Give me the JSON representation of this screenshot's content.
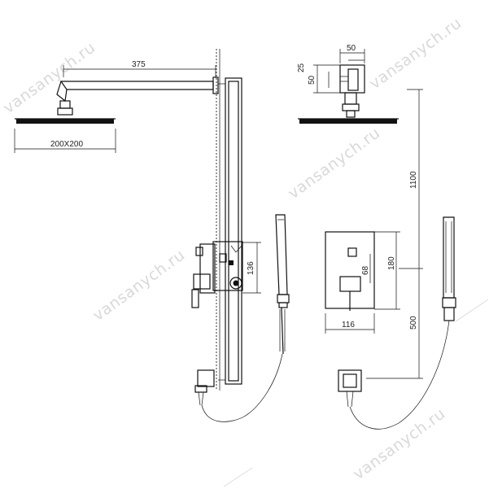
{
  "diagram": {
    "dimensions": {
      "arm_length": "375",
      "head_size": "200X200",
      "arm_width": "50",
      "arm_height": "50",
      "arm_inner": "25",
      "rail_height": "1100",
      "valve_height": "136",
      "plate_height": "180",
      "knob_offset": "68",
      "plate_width": "116",
      "outlet_height": "500"
    },
    "watermark_text": "vansanych.ru",
    "line_color": "#111111",
    "watermark_color": "#d9d9d9"
  }
}
